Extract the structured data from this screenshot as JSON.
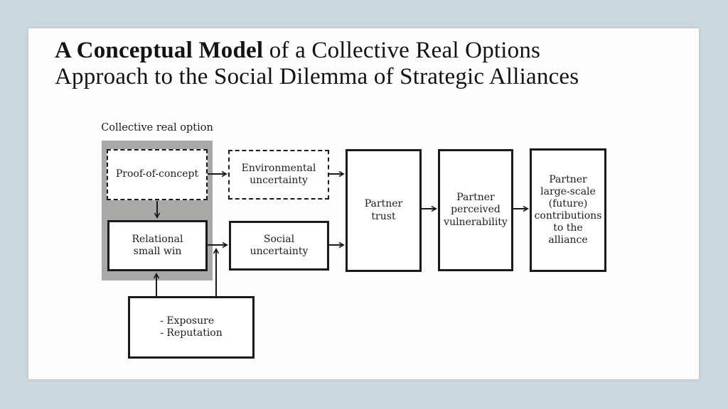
{
  "slide": {
    "title": {
      "bold": "A Conceptual Model",
      "rest": " of a Collective Real Options",
      "line2": "Approach to the Social Dilemma of Strategic Alliances"
    },
    "diagram": {
      "group_label": "Collective real option",
      "boxes": {
        "proof_of_concept": {
          "border": "dashed",
          "lines": [
            "Proof-of-concept"
          ]
        },
        "environmental_uncertainty": {
          "border": "dashed",
          "lines": [
            "Environmental",
            "uncertainty"
          ]
        },
        "relational_small_win": {
          "border": "solid",
          "lines": [
            "Relational",
            "small win"
          ]
        },
        "social_uncertainty": {
          "border": "solid",
          "lines": [
            "Social",
            "uncertainty"
          ]
        },
        "partner_trust": {
          "border": "solid",
          "lines": [
            "Partner",
            "trust"
          ]
        },
        "partner_perceived_vulnerability": {
          "border": "solid",
          "lines": [
            "Partner",
            "perceived",
            "vulnerability"
          ]
        },
        "partner_contributions": {
          "border": "solid",
          "lines": [
            "Partner",
            "large-scale",
            "(future)",
            "contributions",
            "to the",
            "alliance"
          ]
        },
        "exposure_reputation": {
          "border": "solid",
          "lines": [
            "- Exposure",
            "- Reputation"
          ]
        }
      },
      "arrows": [
        "proof-of-concept to environmental-uncertainty",
        "proof-of-concept to relational-small-win",
        "relational-small-win to social-uncertainty",
        "environmental-uncertainty to partner-trust",
        "social-uncertainty to partner-trust",
        "partner-trust to partner-perceived-vulnerability",
        "partner-perceived-vulnerability to partner-contributions",
        "exposure-reputation to relational-small-win",
        "exposure-reputation to relational-to-social-arrow"
      ],
      "colors": {
        "page_bg": "#ccd8df",
        "slide_bg": "#fdfdfd",
        "group_fill": "#a8a8a6",
        "line_color": "#1a1a1a"
      }
    }
  }
}
